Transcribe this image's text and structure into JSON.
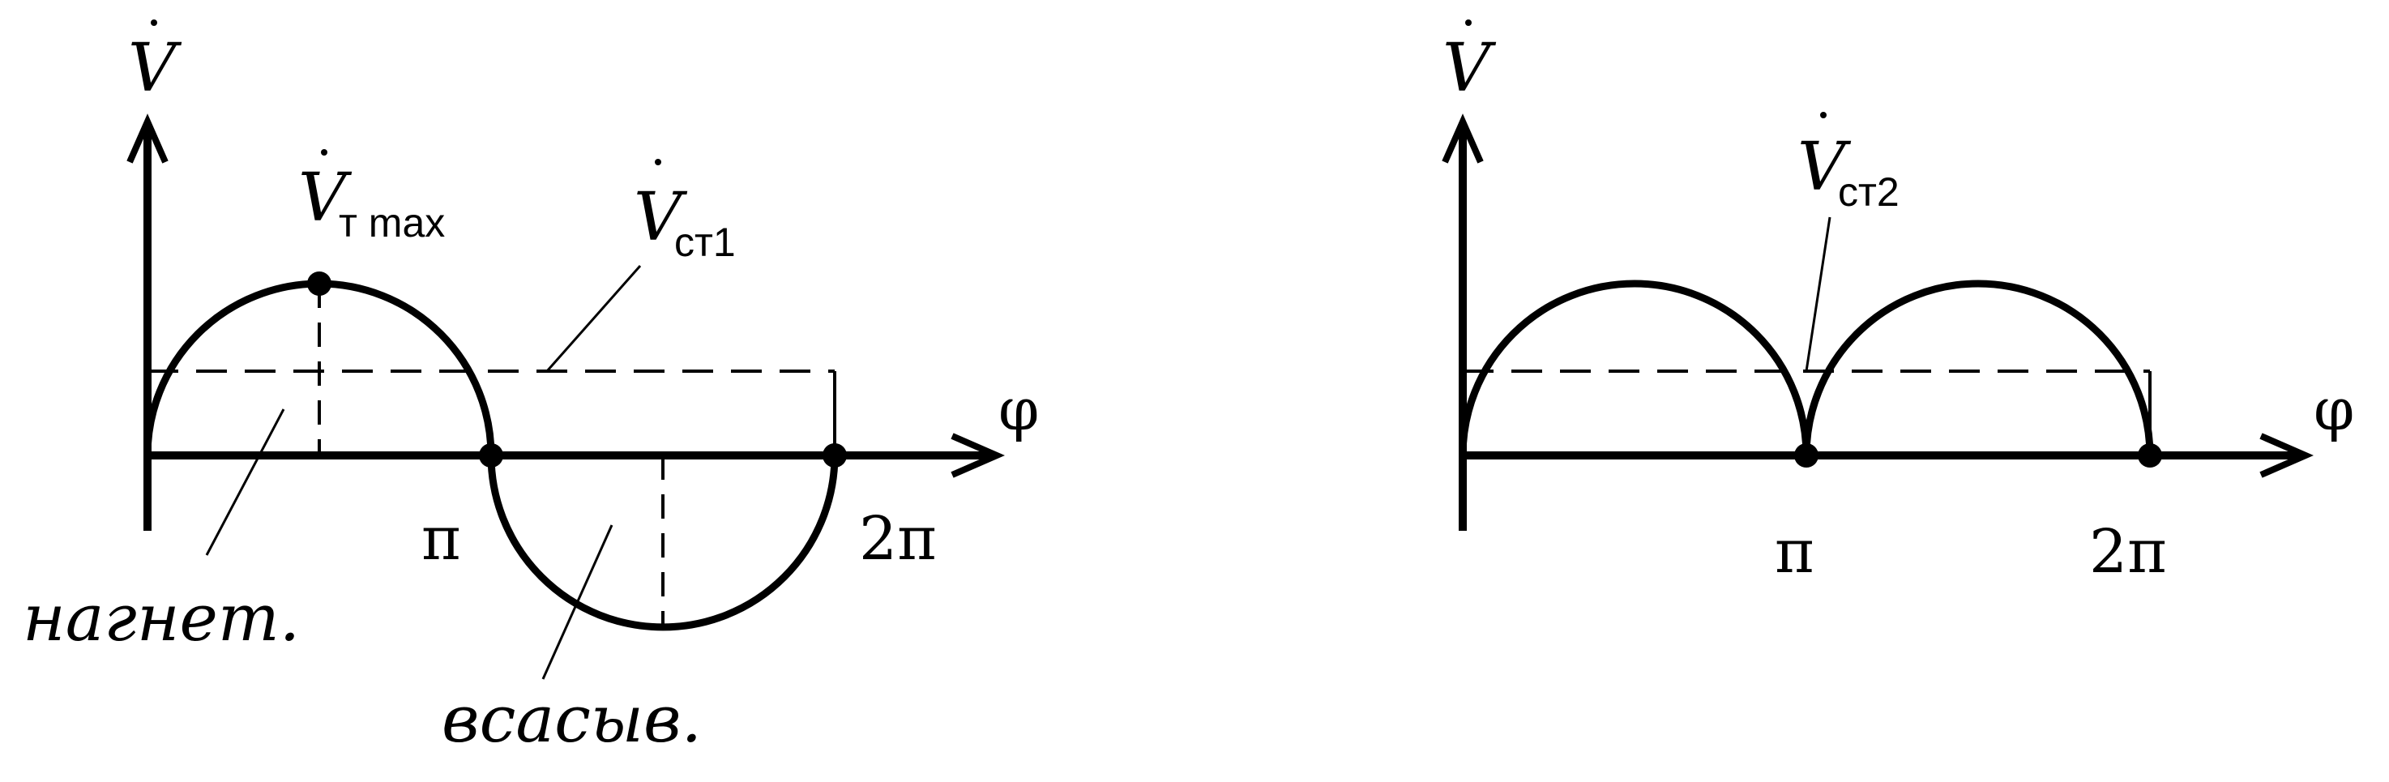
{
  "colors": {
    "ink": "#000000",
    "background": "#ffffff"
  },
  "left_diagram": {
    "y_axis_label": "V",
    "x_axis_label": "φ",
    "tick_pi": "π",
    "tick_2pi": "2π",
    "max_flow_label": {
      "main": "V",
      "sub": "т max"
    },
    "mean_flow_label": {
      "main": "V",
      "sub": "ст1"
    },
    "discharge_label": "нагнет.",
    "suction_label": "всасыв."
  },
  "right_diagram": {
    "y_axis_label": "V",
    "x_axis_label": "φ",
    "tick_pi": "π",
    "tick_2pi": "2π",
    "mean_flow_label": {
      "main": "V",
      "sub": "ст2"
    }
  }
}
